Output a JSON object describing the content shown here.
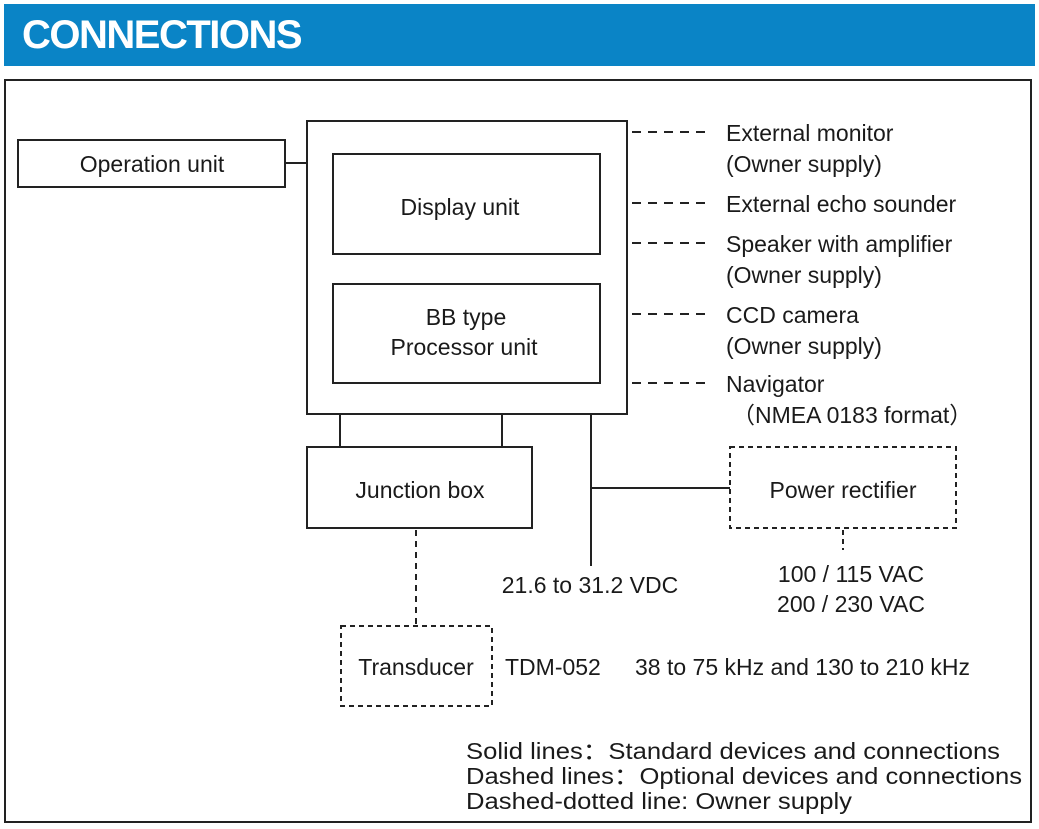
{
  "header": {
    "title": "CONNECTIONS"
  },
  "colors": {
    "header_bg": "#0a84c6",
    "header_text": "#ffffff",
    "line": "#222222"
  },
  "units": {
    "operation": "Operation unit",
    "display": "Display unit",
    "processor_line1": "BB type",
    "processor_line2": "Processor unit",
    "junction": "Junction box",
    "transducer": "Transducer",
    "power_rectifier": "Power rectifier"
  },
  "peripherals": {
    "external_monitor": "External monitor",
    "external_monitor_note": "(Owner supply)",
    "echo_sounder": "External echo sounder",
    "speaker": "Speaker with amplifier",
    "speaker_note": "(Owner supply)",
    "ccd_camera": "CCD camera",
    "ccd_camera_note": "(Owner supply)",
    "navigator": "Navigator",
    "navigator_note": "（NMEA 0183 format）"
  },
  "power": {
    "dc": "21.6 to 31.2 VDC",
    "ac1": "100 / 115 VAC",
    "ac2": "200 / 230 VAC"
  },
  "transducer_info": {
    "model": "TDM-052",
    "freq": "38 to 75 kHz and 130 to 210 kHz"
  },
  "legend": {
    "solid": "Solid lines：Standard devices and connections",
    "dashed": "Dashed lines：Optional devices and connections",
    "dashdot": "Dashed-dotted line: Owner supply"
  }
}
